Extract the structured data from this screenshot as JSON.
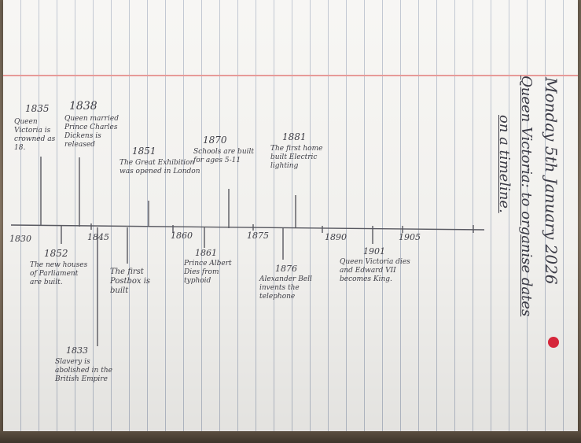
{
  "page": {
    "date_line": "Monday 5th January 2026",
    "title_line_1": "Queen Victoria: to organise dates",
    "title_line_2": "on a timeline."
  },
  "timeline": {
    "start_label": "1830",
    "axis_labels": [
      "1845",
      "1860",
      "1875",
      "1890",
      "1905"
    ],
    "events_above": [
      {
        "year": "1835",
        "text": "Queen Victoria is crowned as 18."
      },
      {
        "year": "1838",
        "text": "Queen married Prince Charles Dickens is released"
      },
      {
        "year": "1851",
        "text": "The Great Exhibition was opened in London"
      },
      {
        "year": "1870",
        "text": "Schools are built for ages 5-11"
      },
      {
        "year": "1881",
        "text": "The first home built Electric lighting"
      }
    ],
    "events_below": [
      {
        "year": "1852",
        "text": "The new houses of Parliament are built."
      },
      {
        "year": "1833",
        "text": "Slavery is abolished in the British Empire"
      },
      {
        "year": "",
        "text": "The first Postbox is built"
      },
      {
        "year": "1861",
        "text": "Prince Albert Dies from typhoid"
      },
      {
        "year": "1876",
        "text": "Alexander Bell invents the telephone"
      },
      {
        "year": "1901",
        "text": "Queen Victoria dies and Edward VII becomes King."
      }
    ]
  },
  "colors": {
    "paper": "#f6f5f2",
    "rule_lines": "#b9c0cc",
    "margin_line": "#e79a98",
    "ink": "#3d3d45",
    "red_dot": "#d5263a"
  }
}
